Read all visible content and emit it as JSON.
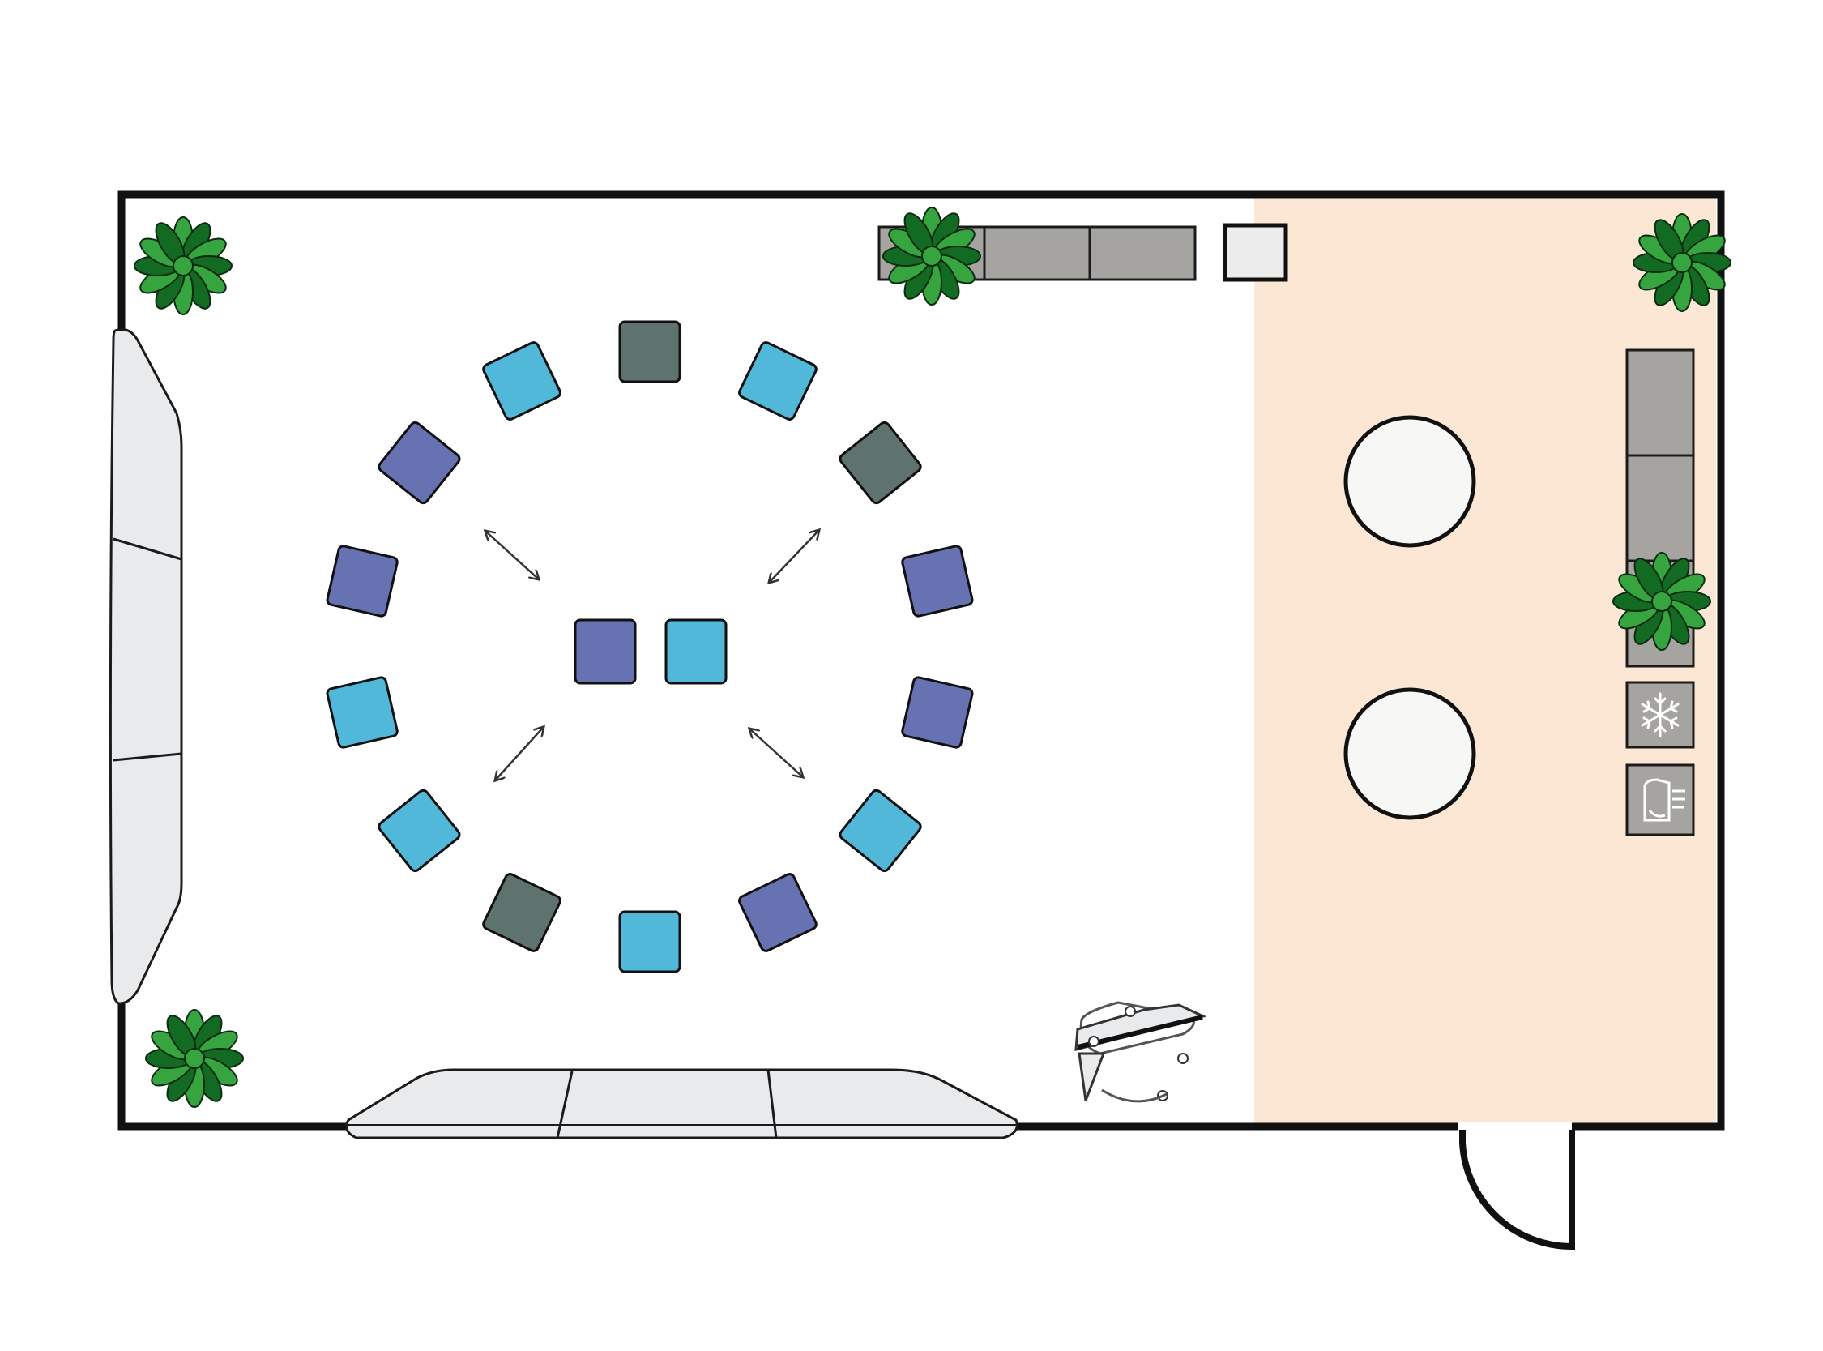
{
  "diagram": {
    "type": "floor-plan",
    "title": "",
    "colors": {
      "wall": "#111111",
      "floor": "#ffffff",
      "lounge_floor": "#fbe7d3",
      "sofa": "#e9eaec",
      "counter": "#a6a4a1",
      "table": "#f7f7f6",
      "plant_dark": "#136b23",
      "plant_light": "#36a53f",
      "chair_purple": "#6672b2",
      "chair_cyan": "#52b8d9",
      "chair_slate": "#5f736e",
      "appliance_box": "#f1f1f1"
    },
    "chair_ring": [
      "chair_slate",
      "chair_cyan",
      "chair_slate",
      "chair_purple",
      "chair_purple",
      "chair_cyan",
      "chair_purple",
      "chair_cyan",
      "chair_slate",
      "chair_cyan",
      "chair_cyan",
      "chair_purple",
      "chair_purple",
      "chair_cyan"
    ],
    "center_chairs": [
      "chair_purple",
      "chair_cyan"
    ],
    "icons": [
      "plant-icon",
      "snowflake-icon",
      "hand-dryer-icon",
      "flip-chart-icon",
      "double-arrow-icon",
      "door-icon"
    ]
  }
}
